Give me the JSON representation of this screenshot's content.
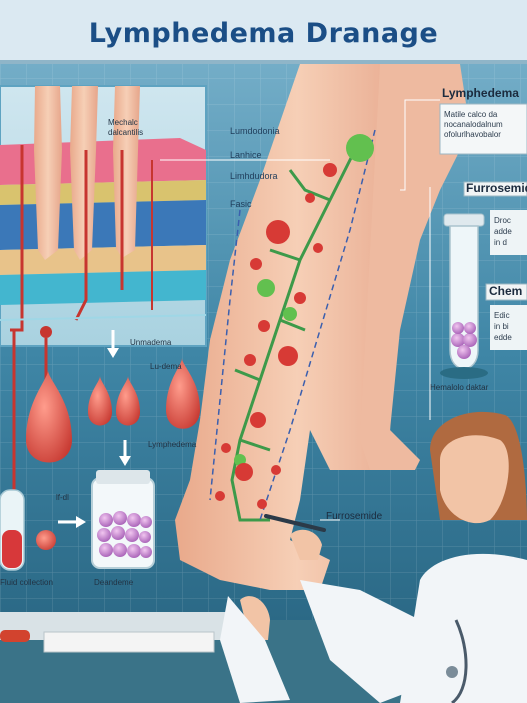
{
  "title": "Lymphedema Dranage",
  "panel_labels": {
    "top_left_1": "Mechalc",
    "top_left_2": "dalcantilis",
    "lumdodonia": "Lumdodonia",
    "lanhice": "Lanhice",
    "limdudora": "Limhdudora",
    "fasic": "Fasic",
    "lu_dema": "Lu-dema",
    "lymphedema_small": "Lymphedema",
    "fluid_collection": "Fluid collection",
    "deandeme": "Deandeme",
    "rhodil": "lf-dl",
    "under_label": "Unmadema"
  },
  "right_panel": {
    "lymphedema_header": "Lymphedema",
    "lymphedema_note_1": "Matile calco da",
    "lymphedema_note_2": "nocanalodalnum",
    "lymphedema_note_3": "ofolurlhavobalor",
    "furosemide_header": "Furrosemid",
    "furosemide_note_1": "Droc",
    "furosemide_note_2": "adde",
    "furosemide_note_3": "in d",
    "chem_header": "Chem",
    "chem_note_1": "Edic",
    "chem_note_2": "in bi",
    "chem_note_3": "edde",
    "tube_caption": "Hemalolo daktar"
  },
  "pen_label": "Furrosemide"
}
